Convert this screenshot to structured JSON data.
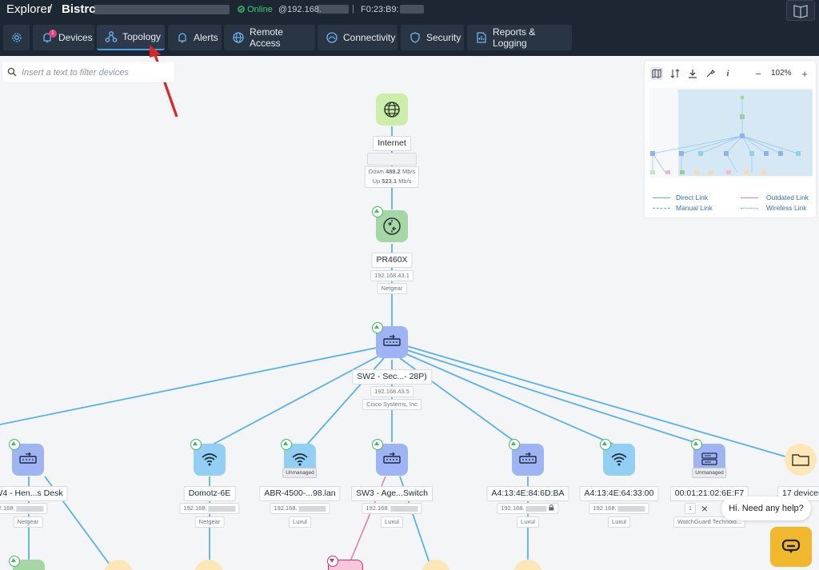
{
  "header": {
    "app_title": "Explorer",
    "separator": "/",
    "site_name": "Bistrc",
    "status_online": "Online",
    "status_ip": "@192.168.",
    "status_sep": "|",
    "status_mac": "F0:23:B9:"
  },
  "nav": {
    "devices_badge": "1",
    "tabs": [
      {
        "label": ""
      },
      {
        "label": "Devices"
      },
      {
        "label": "Topology"
      },
      {
        "label": "Alerts"
      },
      {
        "label": "Remote Access"
      },
      {
        "label": "Connectivity"
      },
      {
        "label": "Security"
      },
      {
        "label": "Reports & Logging"
      }
    ],
    "active_tab": "Topology"
  },
  "filter": {
    "placeholder": "Insert a text to filter devices",
    "value": ""
  },
  "minimap": {
    "zoom": "102%",
    "legend": {
      "direct": "Direct Link",
      "outdated": "Outdated Link",
      "manual": "Manual Link",
      "wireless": "Wireless Link"
    }
  },
  "nodes": {
    "internet": {
      "name": "Internet",
      "down_label": "Down",
      "down_value": "488.2",
      "down_unit": "Mb/s",
      "up_label": "Up",
      "up_value": "523.1",
      "up_unit": "Mb/s"
    },
    "router": {
      "name": "PR460X",
      "ip": "192.168.43.1",
      "vendor": "Netgear"
    },
    "sw2": {
      "name": "SW2 - Sec...- 28P)",
      "ip": "192.168.43.5",
      "vendor": "Cisco Systems, Inc"
    },
    "sw4": {
      "name": "W4 - Hen...s Desk",
      "ip": "192.168.",
      "vendor": "Netgear"
    },
    "domotz": {
      "name": "Domotz-6E",
      "ip": "192.168.",
      "vendor": "Netgear"
    },
    "abr": {
      "name": "ABR-4500-...98.lan",
      "ip": "192.168.",
      "vendor": "Luxul",
      "tag": "Unmanaged"
    },
    "sw3": {
      "name": "SW3 - Age...Switch",
      "ip": "192.168.",
      "vendor": "Luxul"
    },
    "a4ba": {
      "name": "A4:13:4E:84:6D:BA",
      "ip": "192.168.",
      "vendor": "Luxul"
    },
    "a4300": {
      "name": "A4:13:4E:64:33:00",
      "ip": "192.168.",
      "vendor": "Luxul"
    },
    "ef": {
      "name": "00:01:21:02:6E:F7",
      "ip": "1",
      "vendor": "WatchGuard Technolo...",
      "tag": "Unmanaged"
    },
    "group": {
      "name": "17 devices"
    }
  },
  "chat": {
    "greeting": "Hi. Need any help?",
    "close": "×"
  },
  "colors": {
    "topbar": "#1d2633",
    "link_direct": "#56b2ee",
    "link_outdated": "#e87fa6",
    "online": "#36d36a",
    "chat_button": "#f1b82d"
  },
  "icons": [
    "gear-icon",
    "bell-badge-icon",
    "topology-icon",
    "bell-icon",
    "globe-icon",
    "connectivity-icon",
    "shield-icon",
    "reports-icon",
    "book-icon",
    "search-icon",
    "map-icon",
    "sort-icon",
    "download-icon",
    "tools-icon",
    "info-icon",
    "minus-icon",
    "plus-icon",
    "router-icon",
    "switch-icon",
    "wifi-icon",
    "folder-icon",
    "chat-icon",
    "lock-icon"
  ]
}
